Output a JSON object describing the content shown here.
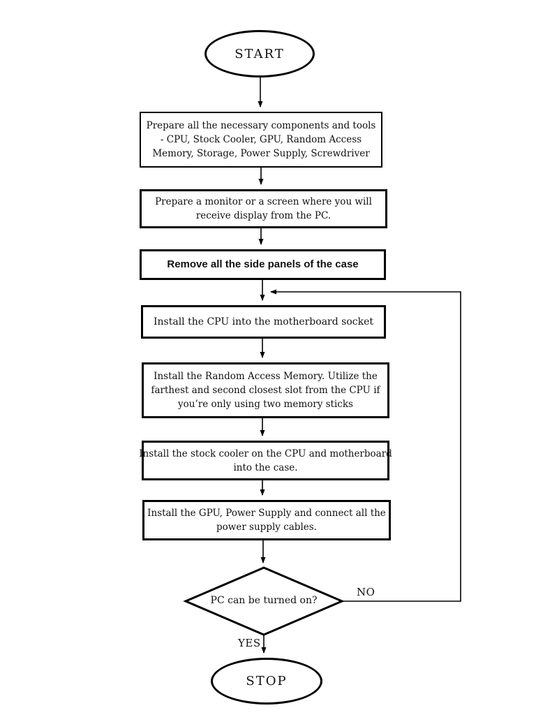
{
  "page": {
    "background_color": "#ffffff",
    "ink_color": "#000000"
  },
  "flowchart": {
    "start": {
      "label": "START"
    },
    "steps": [
      {
        "lines": [
          "Prepare all the necessary components and tools",
          "- CPU, Stock Cooler, GPU, Random Access",
          "Memory, Storage, Power Supply, Screwdriver"
        ]
      },
      {
        "lines": [
          "Prepare a monitor or a screen where you will",
          "receive display from the PC."
        ]
      },
      {
        "lines": [
          "Remove all the side panels of the case"
        ],
        "emphasis": true
      },
      {
        "lines": [
          "Install the CPU into the motherboard socket"
        ]
      },
      {
        "lines": [
          "Install the Random Access Memory. Utilize the",
          "farthest and second closest slot from the CPU if",
          "you’re only using two memory sticks"
        ]
      },
      {
        "lines": [
          "Install the stock cooler on the CPU and motherboard",
          "into the case."
        ]
      },
      {
        "lines": [
          "Install the GPU, Power Supply and connect all the",
          "power supply cables."
        ]
      }
    ],
    "decision": {
      "label": "PC can be turned on?",
      "no_label": "NO",
      "yes_label": "YES"
    },
    "stop": {
      "label": "STOP"
    }
  }
}
